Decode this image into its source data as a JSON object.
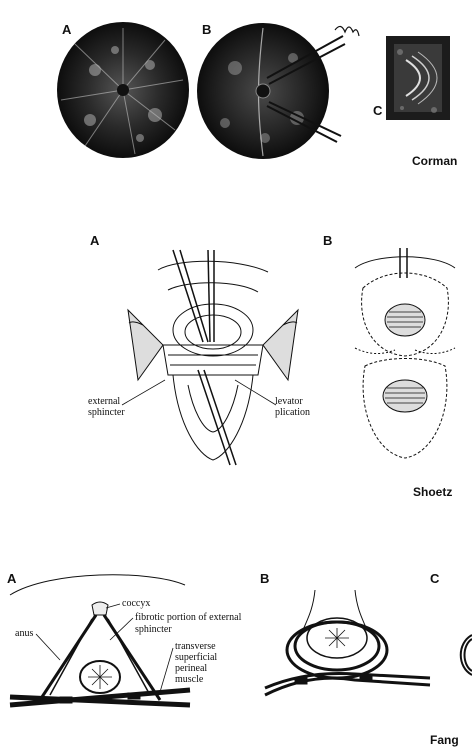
{
  "figures": {
    "corman": {
      "panels": [
        "A",
        "B",
        "C"
      ],
      "caption": "Corman"
    },
    "shoetz": {
      "panels": [
        "A",
        "B"
      ],
      "labels": {
        "external_sphincter": "external\nsphincter",
        "levator_plication": "levator\nplication"
      },
      "caption": "Shoetz"
    },
    "fang": {
      "panels": [
        "A",
        "B",
        "C"
      ],
      "labels": {
        "coccyx": "coccyx",
        "anus": "anus",
        "fibrotic": "fibrotic portion of external",
        "sphincter": "sphincter",
        "transverse": "transverse",
        "superficial": "superficial",
        "perineal": "perineal",
        "muscle": "muscle"
      },
      "caption": "Fang"
    }
  }
}
